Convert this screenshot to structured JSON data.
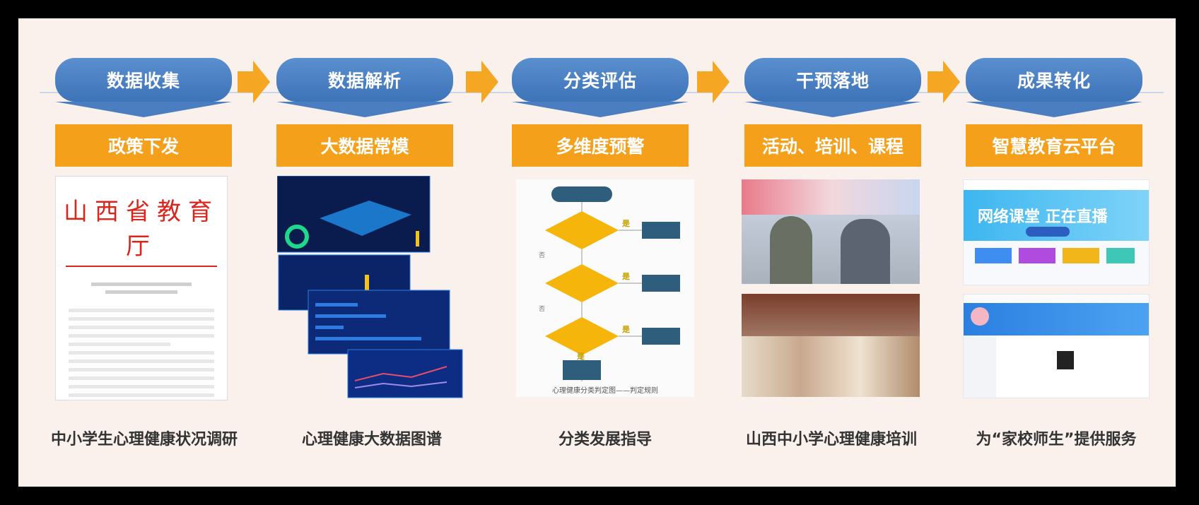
{
  "stages": [
    {
      "title": "数据收集",
      "sub": "政策下发",
      "caption": "中小学生心理健康状况调研"
    },
    {
      "title": "数据解析",
      "sub": "大数据常模",
      "caption": "心理健康大数据图谱"
    },
    {
      "title": "分类评估",
      "sub": "多维度预警",
      "caption": "分类发展指导"
    },
    {
      "title": "干预落地",
      "sub": "活动、培训、课程",
      "caption": "山西中小学心理健康培训"
    },
    {
      "title": "成果转化",
      "sub": "智慧教育云平台",
      "caption": "为“家校师生”提供服务"
    }
  ],
  "doc": {
    "org": "山西省教育厅"
  },
  "flow": {
    "yes": "是",
    "no": "否",
    "footer": "心理健康分类判定图——判定规则"
  },
  "platform": {
    "banner": "网络课堂 正在直播"
  },
  "colors": {
    "pill": "#4a7ec0",
    "orange": "#f5a01a",
    "arrow": "#f5a623",
    "background": "#fbf1ec"
  }
}
